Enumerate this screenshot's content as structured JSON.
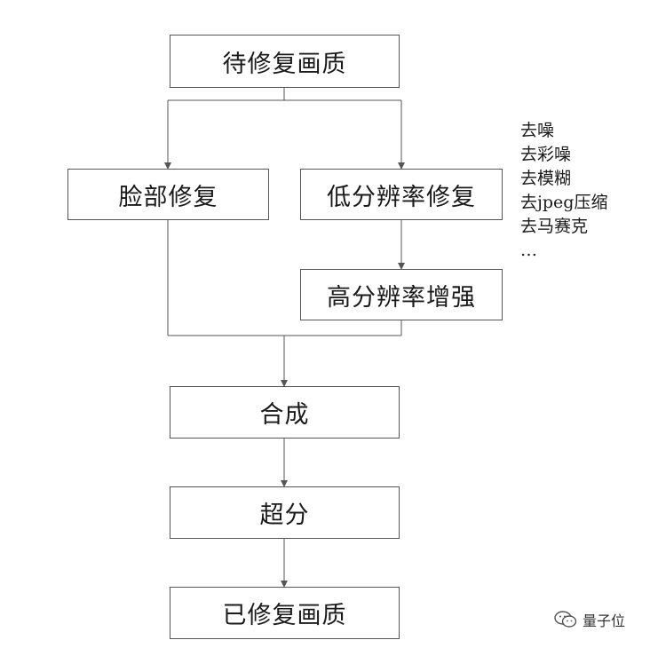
{
  "nodes": {
    "input_image": "待修复画质",
    "face_restore": "脸部修复",
    "low_res_restore": "低分辨率修复",
    "high_res_enhance": "高分辨率增强",
    "merge": "合成",
    "super_resolution": "超分",
    "output_image": "已修复画质"
  },
  "low_res_restore_steps": [
    "去噪",
    "去彩噪",
    "去模糊",
    "去jpeg压缩",
    "去马赛克",
    "…"
  ],
  "watermark": {
    "text": "量子位",
    "icon": "wechat-icon"
  },
  "colors": {
    "line": "#555555",
    "text": "#1a1a1a"
  }
}
